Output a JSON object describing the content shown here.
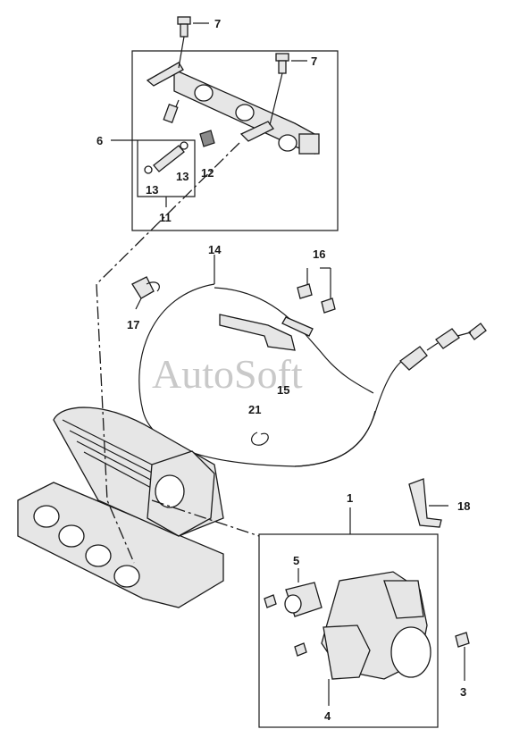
{
  "watermark": "AutoSoft",
  "callouts": [
    {
      "id": "c7a",
      "label": "7"
    },
    {
      "id": "c7b",
      "label": "7"
    },
    {
      "id": "c6",
      "label": "6"
    },
    {
      "id": "c13a",
      "label": "13"
    },
    {
      "id": "c13b",
      "label": "13"
    },
    {
      "id": "c12",
      "label": "12"
    },
    {
      "id": "c11",
      "label": "11"
    },
    {
      "id": "c14",
      "label": "14"
    },
    {
      "id": "c16",
      "label": "16"
    },
    {
      "id": "c17",
      "label": "17"
    },
    {
      "id": "c15",
      "label": "15"
    },
    {
      "id": "c21",
      "label": "21"
    },
    {
      "id": "c1",
      "label": "1"
    },
    {
      "id": "c18",
      "label": "18"
    },
    {
      "id": "c5",
      "label": "5"
    },
    {
      "id": "c3",
      "label": "3"
    },
    {
      "id": "c4",
      "label": "4"
    }
  ]
}
